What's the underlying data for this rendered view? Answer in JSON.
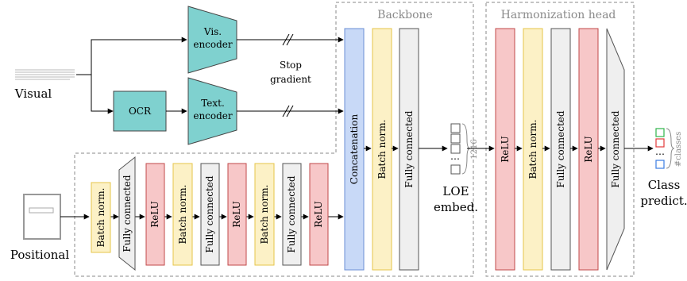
{
  "inputs": {
    "visual": "Visual",
    "positional": "Positional"
  },
  "encoders": {
    "vis": [
      "Vis.",
      "encoder"
    ],
    "text": [
      "Text.",
      "encoder"
    ],
    "ocr": "OCR"
  },
  "stop_gradient": [
    "Stop",
    "gradient"
  ],
  "groups": {
    "backbone": "Backbone",
    "head": "Harmonization head"
  },
  "layers": {
    "batch_norm": "Batch norm.",
    "fully_connected": "Fully connected",
    "relu": "ReLU",
    "concatenation": "Concatenation"
  },
  "loe": {
    "label": [
      "LOE",
      "embed."
    ],
    "dim": "1216",
    "dots": "⋯"
  },
  "output": {
    "label": [
      "Class",
      "predict."
    ],
    "count": "#classes",
    "dots": "⋯"
  },
  "colors": {
    "teal": "#7fd1cf",
    "blue": "#c8d9f7",
    "yellow": "#fcf1c6",
    "red": "#f7c7c8",
    "gray": "#efefef",
    "white": "#ffffff",
    "out_green": "#2fb34a",
    "out_red": "#e23b3b",
    "out_blue": "#3b7de2"
  }
}
